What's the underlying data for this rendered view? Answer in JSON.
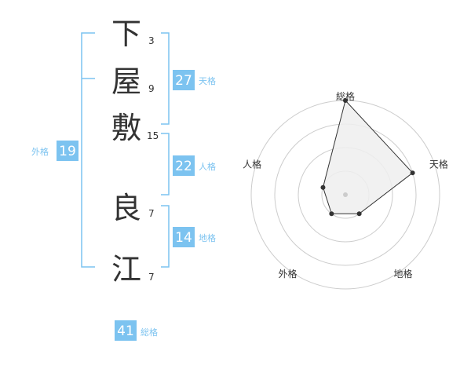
{
  "name": {
    "characters": [
      {
        "char": "下",
        "strokes": "3"
      },
      {
        "char": "屋",
        "strokes": "9"
      },
      {
        "char": "敷",
        "strokes": "15"
      },
      {
        "char": "良",
        "strokes": "7"
      },
      {
        "char": "江",
        "strokes": "7"
      }
    ]
  },
  "fortunes": {
    "tenkaku": {
      "value": "27",
      "label": "天格"
    },
    "jinkaku": {
      "value": "22",
      "label": "人格"
    },
    "chikaku": {
      "value": "14",
      "label": "地格"
    },
    "gaikaku": {
      "value": "19",
      "label": "外格"
    },
    "soukaku": {
      "value": "41",
      "label": "総格"
    }
  },
  "colors": {
    "accent": "#7cc3f0",
    "badge": "#7cc3f0",
    "text": "#333333",
    "grid": "#cccccc",
    "fill": "#eeeeee",
    "point": "#333333"
  },
  "chart_data": {
    "type": "radar",
    "axes": [
      "総格",
      "天格",
      "地格",
      "外格",
      "人格"
    ],
    "values": [
      4,
      3,
      1,
      1,
      1
    ],
    "range": [
      0,
      4
    ],
    "rings": 4
  }
}
